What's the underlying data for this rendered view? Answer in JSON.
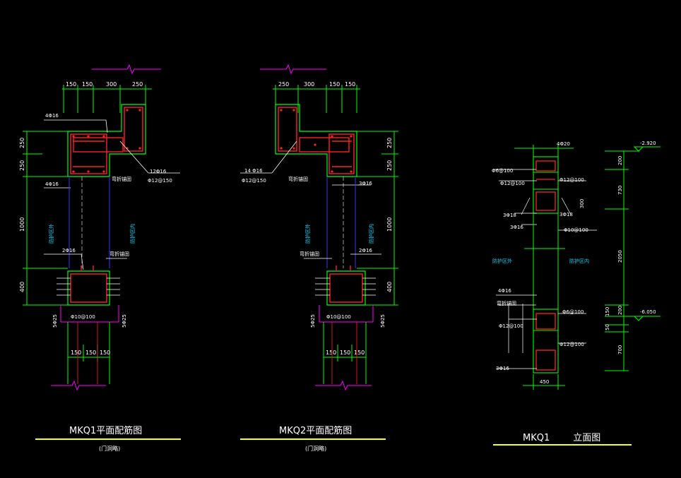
{
  "colors": {
    "background": "#000000",
    "concrete": "#00ff00",
    "rebar": "#ff2020",
    "dimension": "#00ff00",
    "breakline": "#ff00ff",
    "gridline": "#3333ff",
    "title_underline": "#ffff00",
    "zone_label": "#00d8ff",
    "text": "#ffffff"
  },
  "mkq1": {
    "title": "MKQ1平面配筋图",
    "subtitle": "(门洞略)",
    "top_dims": [
      "150",
      "150",
      "300",
      "250"
    ],
    "bottom_dims": [
      "150",
      "150",
      "150"
    ],
    "left_dims": [
      "250",
      "250",
      "1000",
      "400"
    ],
    "labels": {
      "top_bar": "4Φ16",
      "top_bar2": "4Φ16",
      "stirrup": "12Φ16",
      "stirrup2": "Φ12@150",
      "bend": "弯折锚固",
      "lower_bar": "2Φ16",
      "bend2": "弯折锚固",
      "side_left": "5Φ25",
      "side_right": "5Φ25",
      "tie": "Φ10@100"
    },
    "zone_left": "防护区外",
    "zone_right": "防护区内"
  },
  "mkq2": {
    "title": "MKQ2平面配筋图",
    "subtitle": "(门洞略)",
    "top_dims": [
      "250",
      "300",
      "150",
      "150"
    ],
    "bottom_dims": [
      "150",
      "150",
      "150"
    ],
    "right_dims": [
      "250",
      "250",
      "1000",
      "400"
    ],
    "labels": {
      "stirrup": "14 Φ16",
      "stirrup2": "Φ12@150",
      "bend": "弯折锚固",
      "top_bar": "3Φ16",
      "bend2": "弯折锚固",
      "lower_bar": "2Φ16",
      "side_left": "5Φ25",
      "side_right": "5Φ25",
      "tie": "Φ10@100"
    },
    "zone_left": "防护区外",
    "zone_right": "防护区内"
  },
  "mkq1_elev": {
    "title": "MKQ1        立面图",
    "level_top": "-2.920",
    "level_bottom": "-6.050",
    "right_dims": [
      "200",
      "730",
      "2050",
      "200",
      "150",
      "50",
      "700"
    ],
    "top_dim": "4Φ20",
    "bottom_dim": "450",
    "labels": {
      "a": "Φ6@100",
      "b": "Φ12@100",
      "c": "Φ12@100",
      "d": "3Φ18",
      "e": "3Φ18",
      "f": "3Φ16",
      "g": "Φ10@100",
      "h": "4Φ16",
      "i": "弯折锚固",
      "j": "Φ6@100",
      "k": "Φ12@100",
      "l": "Φ12@100",
      "m": "3Φ16",
      "n": "300"
    },
    "zone_left": "防护区外",
    "zone_right": "防护区内"
  }
}
